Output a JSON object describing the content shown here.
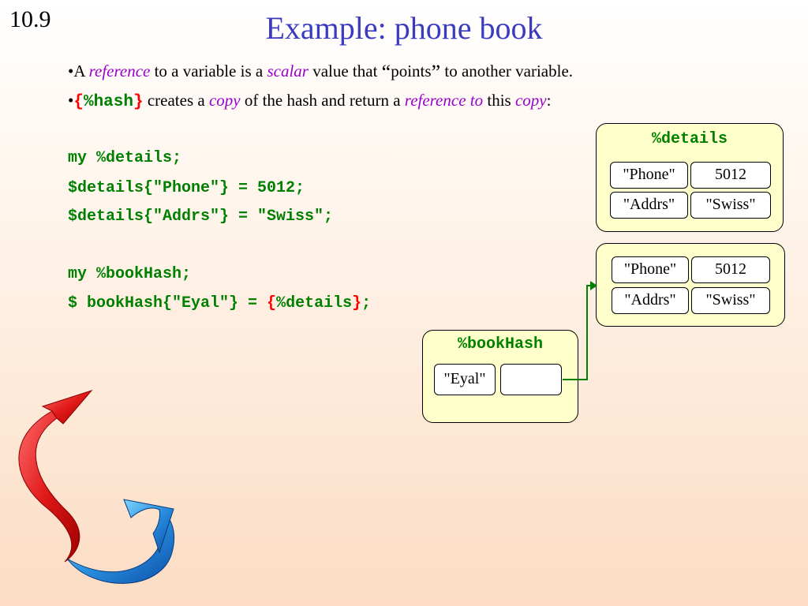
{
  "slide_number": "10.9",
  "title": "Example: phone book",
  "bullets": {
    "b1": {
      "pre": "•A ",
      "em1": "reference",
      "mid1": " to a variable is a ",
      "em2": "scalar",
      "mid2": " value that ",
      "quote_open": "“",
      "quoted": "points",
      "quote_close": "”",
      "post": " to another variable."
    },
    "b2": {
      "bullet": "•",
      "code_open": "{",
      "code": "%hash",
      "code_close": "}",
      "mid1": " creates a ",
      "em1": "copy",
      "mid2": " of the hash and return a ",
      "em2": "reference to",
      "mid3": " this ",
      "em3": "copy",
      "post": ":"
    }
  },
  "code": {
    "line1": "my %details;",
    "line2": "$details{\"Phone\"} = 5012;",
    "line3": "$details{\"Addrs\"} = \"Swiss\";",
    "line4": "my %bookHash;",
    "line5_pre": "$ bookHash{\"Eyal\"} = ",
    "line5_open": "{",
    "line5_mid": "%details",
    "line5_close": "}",
    "line5_end": ";"
  },
  "details_panel": {
    "title": "%details",
    "rows": [
      {
        "key": "\"Phone\"",
        "value": "5012"
      },
      {
        "key": "\"Addrs\"",
        "value": "\"Swiss\""
      }
    ]
  },
  "copy_panel": {
    "rows": [
      {
        "key": "\"Phone\"",
        "value": "5012"
      },
      {
        "key": "\"Addrs\"",
        "value": "\"Swiss\""
      }
    ]
  },
  "bookhash_panel": {
    "title": "%bookHash",
    "key": "\"Eyal\"",
    "value": ""
  },
  "colors": {
    "title": "#3b3bbf",
    "emphasis": "#9900cc",
    "code": "#008000",
    "code_brace": "#ff0000",
    "panel_fill": "#ffffcc",
    "arrow": "#008000"
  },
  "icons": [
    "red-curved-arrow-icon",
    "blue-curved-arrow-icon"
  ]
}
